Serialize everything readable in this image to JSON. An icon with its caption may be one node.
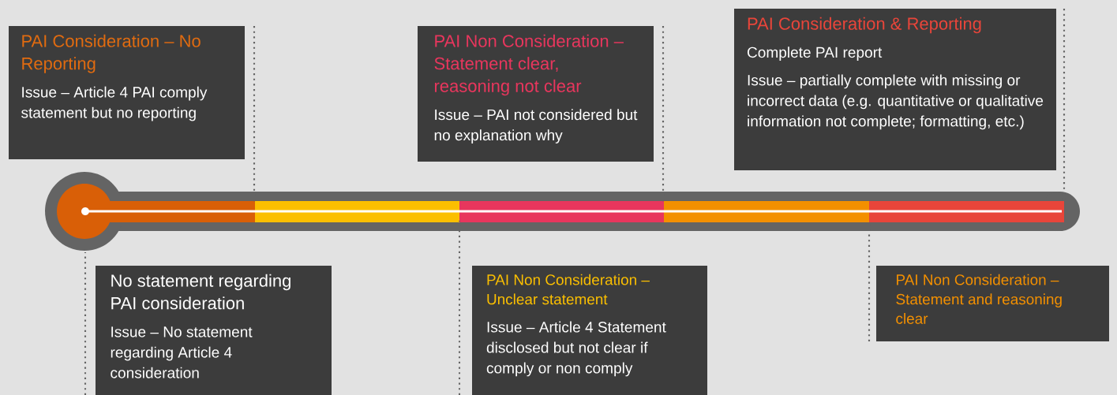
{
  "diagram": {
    "nodes": [
      {
        "text": [
          "PAI Consideration – No Reporting",
          "Issue – Article 4 PAI comply statement but no reporting"
        ]
      },
      {
        "text": [
          "No statement regarding PAI consideration",
          "Issue – No statement regarding Article 4 consideration"
        ]
      },
      {
        "text": [
          "PAI Non Consideration – Statement clear, reasoning not clear",
          "Issue – PAI not considered but no explanation why"
        ]
      },
      {
        "text": [
          "PAI Non Consideration – Unclear statement",
          "Issue – Article 4 Statement disclosed but not clear if comply or non comply"
        ]
      },
      {
        "text": [
          "PAI Consideration & Reporting",
          "Complete PAI report",
          "Issue – partially complete with missing or incorrect data (e.g. quantitative or qualitative information not complete; formatting, etc.)"
        ]
      },
      {
        "text": [
          "PAI Non Consideration – Statement and reasoning clear"
        ]
      }
    ],
    "edges": [
      {
        "from": 0,
        "to": null,
        "arrow": "none"
      },
      {
        "from": 1,
        "to": null,
        "arrow": "none"
      },
      {
        "from": 2,
        "to": null,
        "arrow": "none"
      },
      {
        "from": 3,
        "to": null,
        "arrow": "none"
      },
      {
        "from": 4,
        "to": null,
        "arrow": "none"
      },
      {
        "from": 5,
        "to": null,
        "arrow": "none"
      }
    ]
  }
}
